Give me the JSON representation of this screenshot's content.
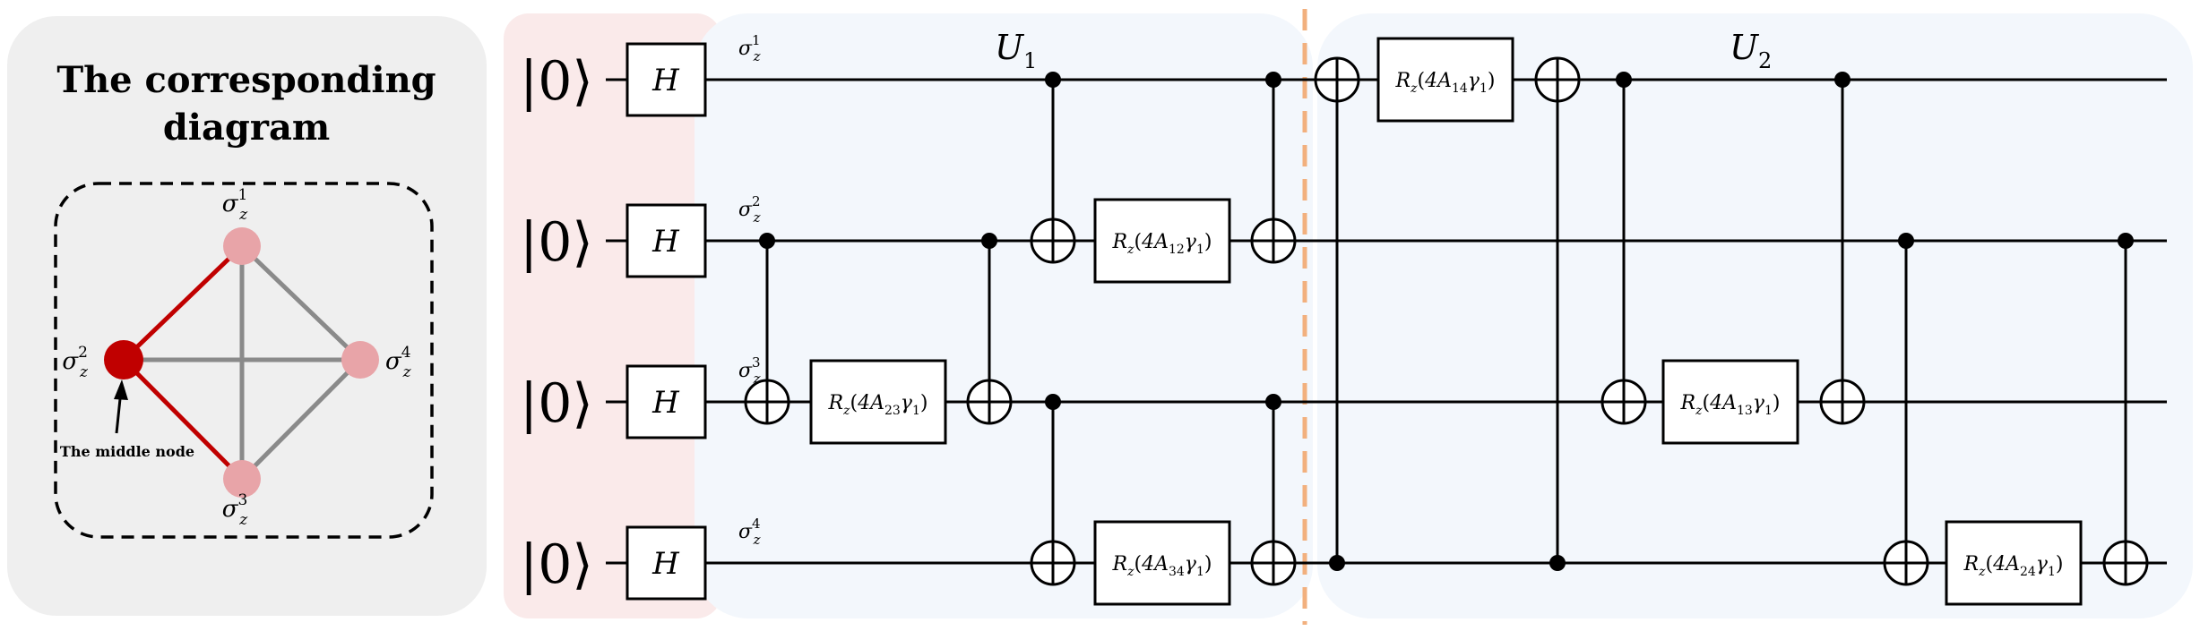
{
  "left_panel": {
    "title_line1": "The corresponding",
    "title_line2": "diagram",
    "middle_node_label": "The middle node",
    "nodes": [
      {
        "id": "n1",
        "base": "σ",
        "sub": "z",
        "sup": "1",
        "role": "outer"
      },
      {
        "id": "n2",
        "base": "σ",
        "sub": "z",
        "sup": "2",
        "role": "middle"
      },
      {
        "id": "n3",
        "base": "σ",
        "sub": "z",
        "sup": "3",
        "role": "outer"
      },
      {
        "id": "n4",
        "base": "σ",
        "sub": "z",
        "sup": "4",
        "role": "outer"
      }
    ],
    "edges": [
      {
        "from": "n2",
        "to": "n1",
        "highlight": true
      },
      {
        "from": "n2",
        "to": "n3",
        "highlight": true
      },
      {
        "from": "n2",
        "to": "n4",
        "highlight": false
      },
      {
        "from": "n1",
        "to": "n3",
        "highlight": false
      },
      {
        "from": "n1",
        "to": "n4",
        "highlight": false
      },
      {
        "from": "n3",
        "to": "n4",
        "highlight": false
      }
    ]
  },
  "circuit": {
    "qubits": [
      {
        "ket": "|0⟩",
        "gate": "H",
        "label_base": "σ",
        "label_sub": "z",
        "label_sup": "1"
      },
      {
        "ket": "|0⟩",
        "gate": "H",
        "label_base": "σ",
        "label_sub": "z",
        "label_sup": "2"
      },
      {
        "ket": "|0⟩",
        "gate": "H",
        "label_base": "σ",
        "label_sub": "z",
        "label_sup": "3"
      },
      {
        "ket": "|0⟩",
        "gate": "H",
        "label_base": "σ",
        "label_sub": "z",
        "label_sup": "4"
      }
    ],
    "blocks": [
      {
        "title_base": "U",
        "title_sub": "1"
      },
      {
        "title_base": "U",
        "title_sub": "2"
      }
    ],
    "rz_gates": [
      {
        "id": "rz-23",
        "qubit": 3,
        "block": 1,
        "prefix": "R",
        "sub": "z",
        "coef": "4A",
        "coef_sub": "23",
        "gamma": "γ",
        "gamma_sub": "1"
      },
      {
        "id": "rz-12",
        "qubit": 2,
        "block": 1,
        "prefix": "R",
        "sub": "z",
        "coef": "4A",
        "coef_sub": "12",
        "gamma": "γ",
        "gamma_sub": "1"
      },
      {
        "id": "rz-34",
        "qubit": 4,
        "block": 1,
        "prefix": "R",
        "sub": "z",
        "coef": "4A",
        "coef_sub": "34",
        "gamma": "γ",
        "gamma_sub": "1"
      },
      {
        "id": "rz-14",
        "qubit": 1,
        "block": 2,
        "prefix": "R",
        "sub": "z",
        "coef": "4A",
        "coef_sub": "14",
        "gamma": "γ",
        "gamma_sub": "1"
      },
      {
        "id": "rz-13",
        "qubit": 3,
        "block": 2,
        "prefix": "R",
        "sub": "z",
        "coef": "4A",
        "coef_sub": "13",
        "gamma": "γ",
        "gamma_sub": "1"
      },
      {
        "id": "rz-24",
        "qubit": 4,
        "block": 2,
        "prefix": "R",
        "sub": "z",
        "coef": "4A",
        "coef_sub": "24",
        "gamma": "γ",
        "gamma_sub": "1"
      }
    ],
    "cnots": [
      {
        "control": 2,
        "target": 3
      },
      {
        "control": 2,
        "target": 3
      },
      {
        "control": 1,
        "target": 2
      },
      {
        "control": 3,
        "target": 4
      },
      {
        "control": 1,
        "target": 2
      },
      {
        "control": 3,
        "target": 4
      },
      {
        "control": 4,
        "target": 1
      },
      {
        "control": 4,
        "target": 1
      },
      {
        "control": 1,
        "target": 3
      },
      {
        "control": 1,
        "target": 3
      },
      {
        "control": 2,
        "target": 4
      },
      {
        "control": 2,
        "target": 4
      }
    ]
  },
  "colors": {
    "panel_bg": "#efefef",
    "init_bg": "#faeaea",
    "block_bg": "#f3f7fc",
    "divider": "#f2b07e",
    "middle_node": "#c00000",
    "outer_node": "#e8a4a8",
    "highlight_edge": "#c00000",
    "edge": "#8a8a8a",
    "wire": "#000000"
  }
}
